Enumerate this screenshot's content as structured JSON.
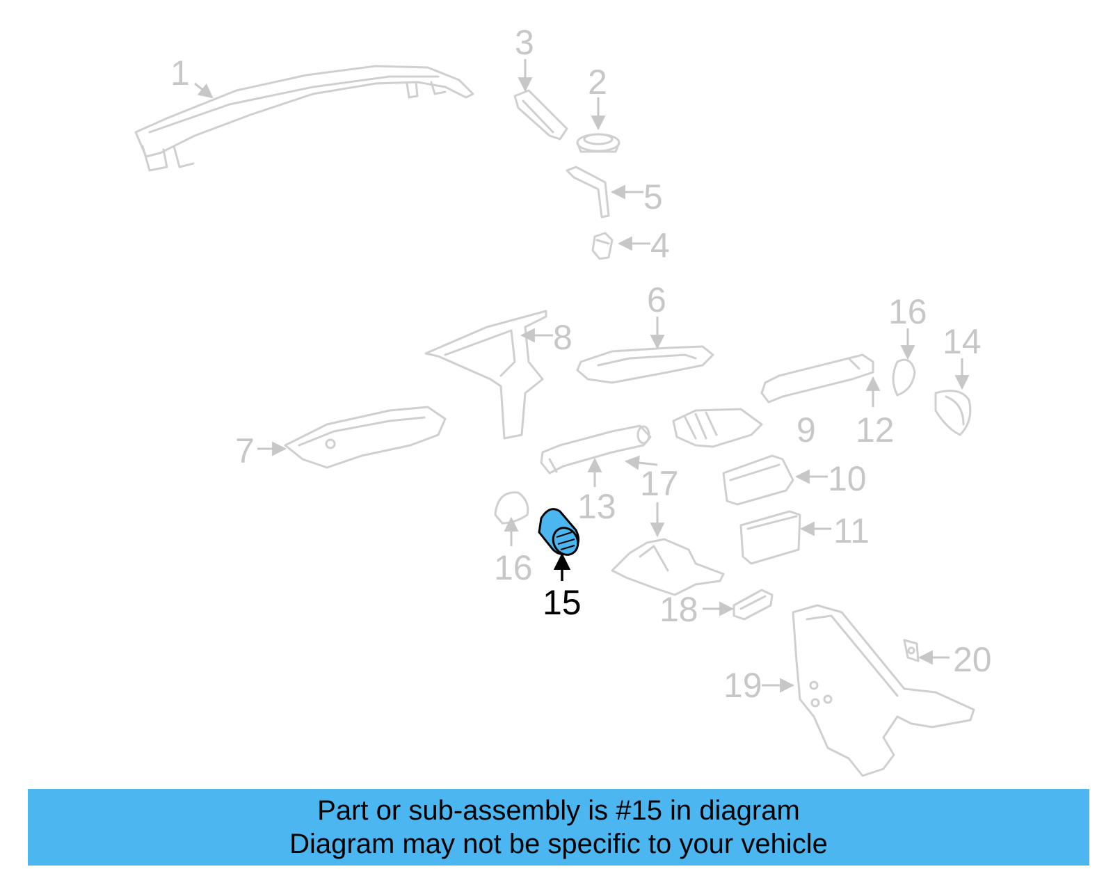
{
  "diagram": {
    "highlight_color": "#4bb6f0",
    "label_color": "#c7c7c7",
    "callouts": {
      "c1": "1",
      "c2": "2",
      "c3": "3",
      "c4": "4",
      "c5": "5",
      "c6": "6",
      "c7": "7",
      "c8": "8",
      "c9": "9",
      "c10": "10",
      "c11": "11",
      "c12": "12",
      "c13": "13",
      "c14": "14",
      "c15": "15",
      "c16a": "16",
      "c16b": "16",
      "c17": "17",
      "c18": "18",
      "c19": "19",
      "c20": "20"
    }
  },
  "banner": {
    "color": "#4bb6f0",
    "line1": "Part or sub-assembly is #15 in diagram",
    "line2": "Diagram may not be specific to your vehicle"
  }
}
